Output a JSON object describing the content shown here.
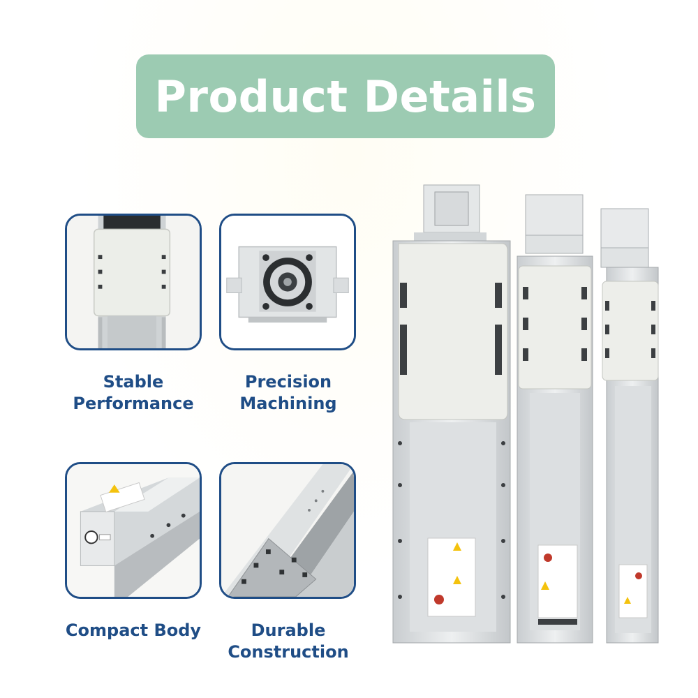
{
  "banner": {
    "title": "Product Details",
    "color": "#9ccbb2"
  },
  "details": [
    {
      "caption_line1": "Stable",
      "caption_line2": "Performance"
    },
    {
      "caption_line1": "Precision",
      "caption_line2": "Machining"
    },
    {
      "caption_line1": "Compact Body",
      "caption_line2": ""
    },
    {
      "caption_line1": "Durable",
      "caption_line2": "Construction"
    }
  ],
  "colors": {
    "card_border": "#1f4d86",
    "caption_text": "#1f4d86",
    "aluminium": "#d9dcde",
    "carriage": "#eceee9",
    "warning_label": "#f4c20d"
  }
}
